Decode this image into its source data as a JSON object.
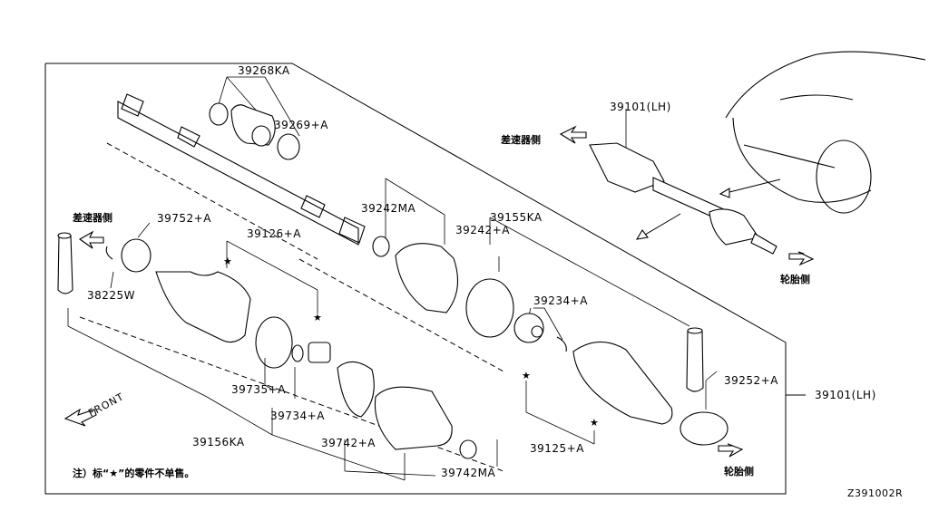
{
  "labels": {
    "p39268KA": "39268KA",
    "p39269A": "39269+A",
    "p39242MA": "39242MA",
    "p39155KA": "39155KA",
    "p39242A": "39242+A",
    "p39752A": "39752+A",
    "p39126A": "39126+A",
    "p38225W": "38225W",
    "p39234A": "39234+A",
    "p39735A": "39735+A",
    "p39734A": "39734+A",
    "p39156KA": "39156KA",
    "p39742A": "39742+A",
    "p39742MA": "39742MA",
    "p39125A": "39125+A",
    "p39252A": "39252+A",
    "p39101LH_top": "39101(LH)",
    "p39101LH_right": "39101(LH)"
  },
  "annotations": {
    "diff_side_top": "差速器侧",
    "diff_side_left": "差速器侧",
    "tire_side_top": "轮胎侧",
    "tire_side_bottom": "轮胎侧",
    "front": "FRONT",
    "note": "注）标“★”的零件不单售。",
    "diagram_code": "Z391002R"
  },
  "markers": {
    "star": "★"
  }
}
